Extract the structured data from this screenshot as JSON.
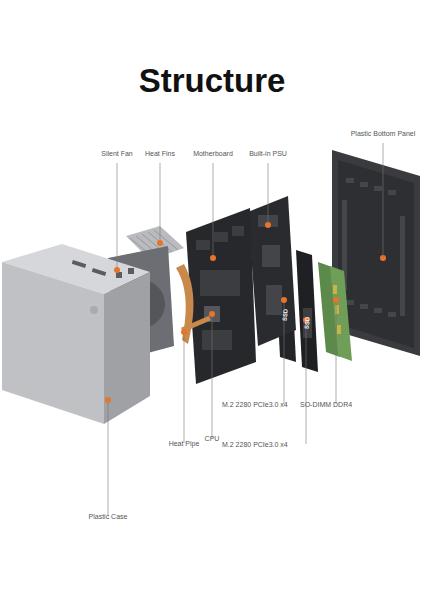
{
  "diagram": {
    "title": "Structure",
    "labels": [
      "Silent Fan",
      "Heat Fins",
      "Motherboard",
      "Built-in PSU",
      "Plastic Bottom Panel",
      "M.2 2280 PCIe3.0 x4",
      "M.2 2280 PCIe3.0 x4",
      "SO-DIMM DDR4",
      "CPU",
      "Heat Pipe",
      "Plastic Case",
      "SSD",
      "SSD"
    ]
  }
}
